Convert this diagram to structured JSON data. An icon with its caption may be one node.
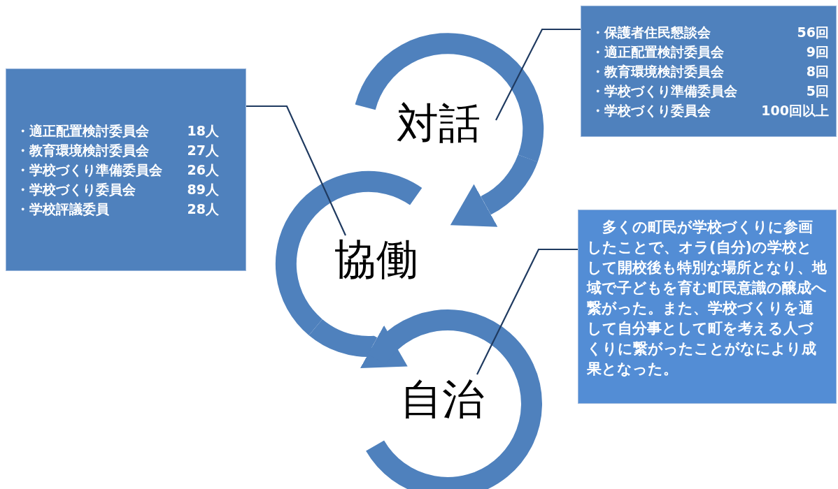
{
  "diagram": {
    "nodes": [
      {
        "text": [
          "・保護者住民懇談会",
          "56回",
          "・適正配置検討委員会",
          "9回",
          "・教育環境検討委員会",
          "8回",
          "・学校づくり準備委員会",
          "5回",
          "・学校づくり委員会",
          "100回以上"
        ]
      },
      {
        "text": [
          "対話"
        ]
      },
      {
        "text": [
          "・適正配置検討委員会",
          "18人",
          "・教育環境検討委員会",
          "27人",
          "・学校づくり準備委員会",
          "26人",
          "・学校づくり委員会",
          "89人",
          "・学校評議委員",
          "28人"
        ]
      },
      {
        "text": [
          "協働"
        ]
      },
      {
        "text": [
          "多くの町民が学校づくりに参画したことで、オラ(自分)の学校として開校後も特別な場所となり、地域で子どもを育む町民意識の醸成へ繋がった。また、学校づくりを通して自分事として町を考える人づくりに繋がったことがなにより成果となった。"
        ]
      },
      {
        "text": [
          "自治"
        ]
      }
    ],
    "edges": [
      {
        "from": 0,
        "to": 1,
        "arrow": "none"
      },
      {
        "from": 2,
        "to": 3,
        "arrow": "none"
      },
      {
        "from": 4,
        "to": 5,
        "arrow": "none"
      },
      {
        "from": 1,
        "to": 3,
        "arrow": "to",
        "style": "thick",
        "color": "#4f81bd"
      },
      {
        "from": 3,
        "to": 5,
        "arrow": "to",
        "style": "thick",
        "color": "#4f81bd"
      }
    ]
  }
}
